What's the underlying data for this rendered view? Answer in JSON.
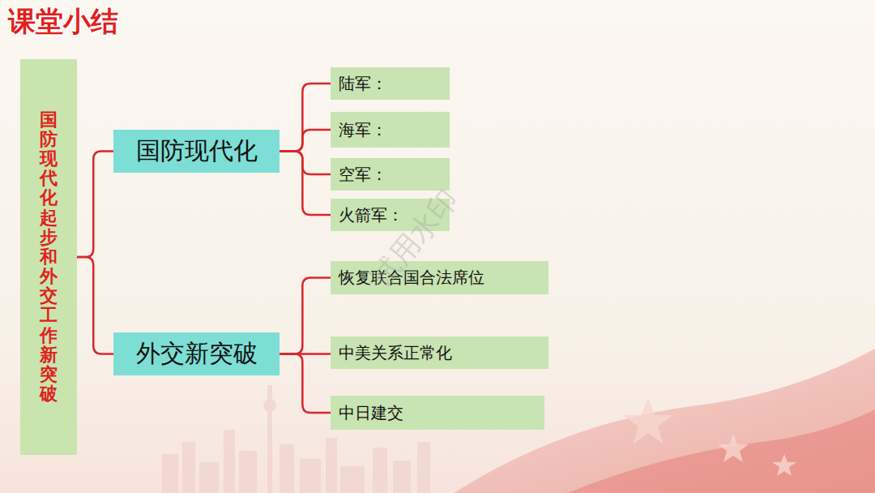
{
  "diagram": {
    "title": "课堂小结",
    "nodes": [
      {
        "text": [
          "国防现代化起步和外交工作新突破"
        ]
      },
      {
        "text": [
          "国防现代化"
        ]
      },
      {
        "text": [
          "陆军："
        ]
      },
      {
        "text": [
          "海军："
        ]
      },
      {
        "text": [
          "空军："
        ]
      },
      {
        "text": [
          "火箭军："
        ]
      },
      {
        "text": [
          "外交新突破"
        ]
      },
      {
        "text": [
          "恢复联合国合法席位"
        ]
      },
      {
        "text": [
          "中美关系正常化"
        ]
      },
      {
        "text": [
          "中日建交"
        ]
      }
    ],
    "edges": [
      {
        "from": 0,
        "to": 1,
        "arrow": "none"
      },
      {
        "from": 0,
        "to": 6,
        "arrow": "none"
      },
      {
        "from": 1,
        "to": 2,
        "arrow": "none"
      },
      {
        "from": 1,
        "to": 3,
        "arrow": "none"
      },
      {
        "from": 1,
        "to": 4,
        "arrow": "none"
      },
      {
        "from": 1,
        "to": 5,
        "arrow": "none"
      },
      {
        "from": 6,
        "to": 7,
        "arrow": "none"
      },
      {
        "from": 6,
        "to": 8,
        "arrow": "none"
      },
      {
        "from": 6,
        "to": 9,
        "arrow": "none"
      }
    ],
    "labels": [
      "试用水印"
    ]
  }
}
